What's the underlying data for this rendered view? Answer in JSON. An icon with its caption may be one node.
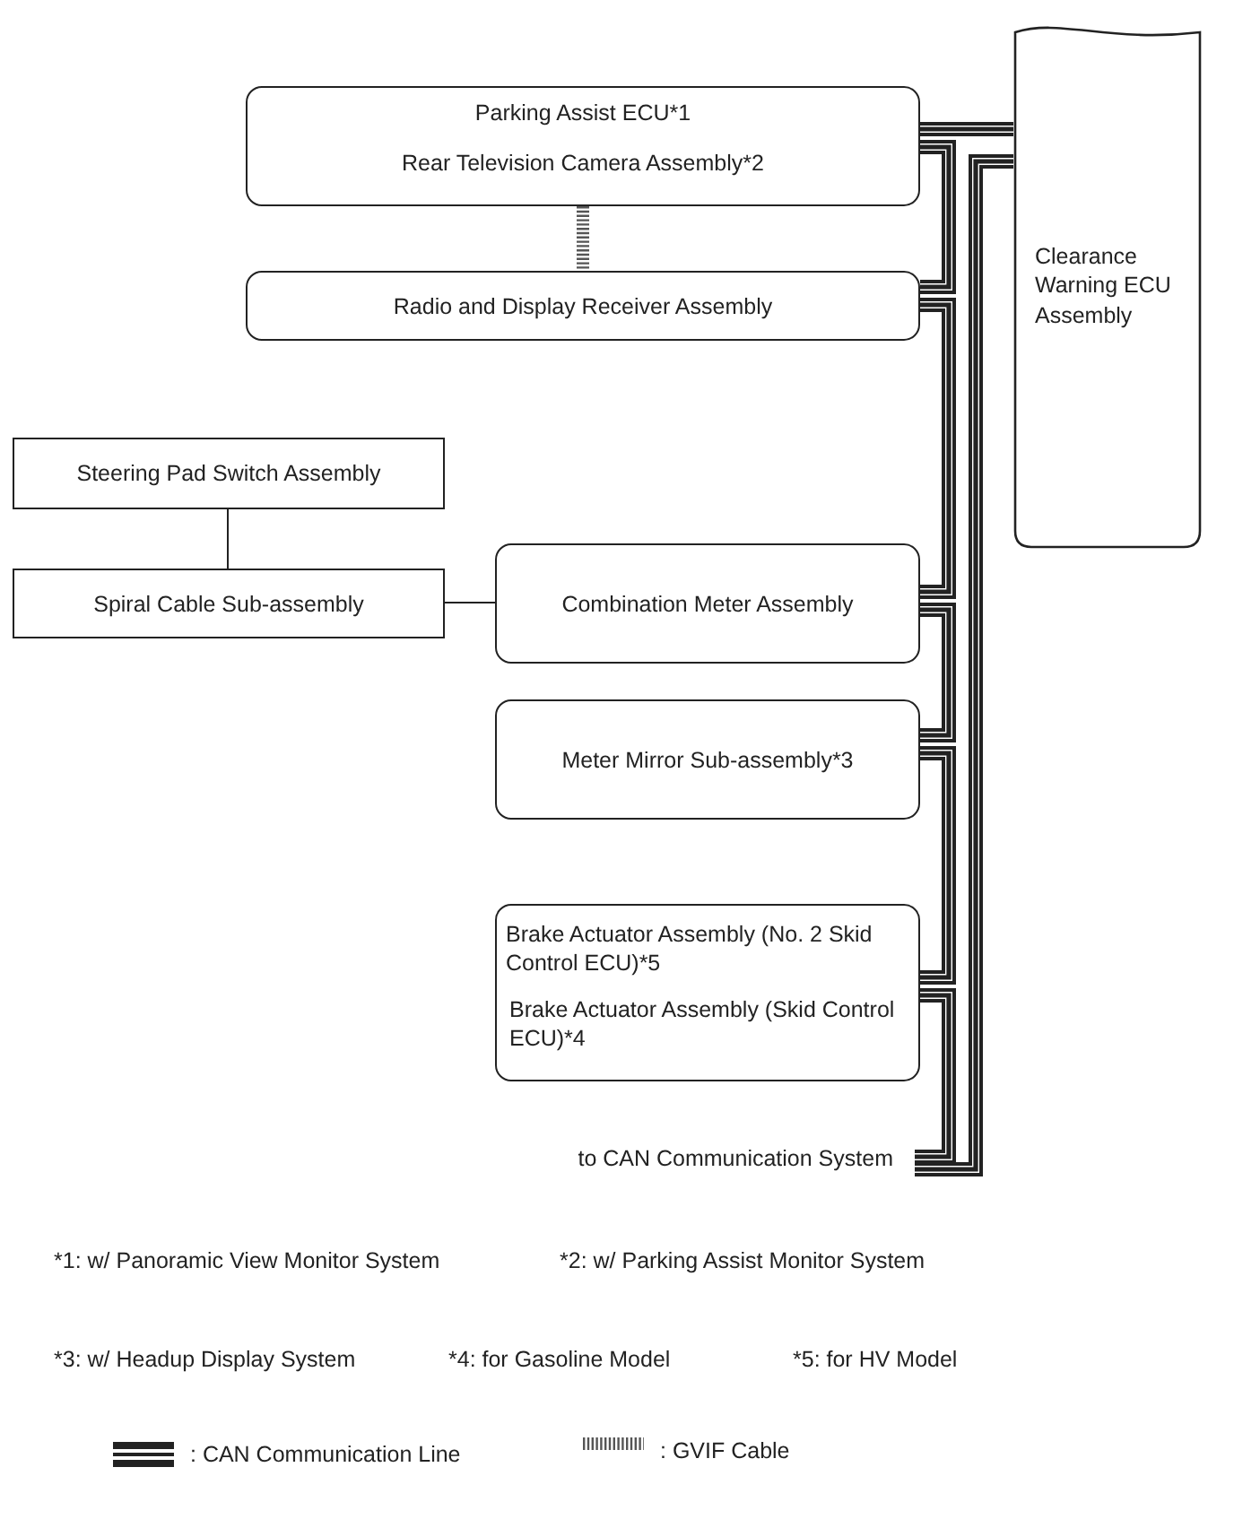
{
  "diagram": {
    "nodes": [
      {
        "text": [
          "Parking Assist ECU*1",
          "Rear Television Camera Assembly*2"
        ]
      },
      {
        "text": [
          "Radio and Display Receiver Assembly"
        ]
      },
      {
        "text": [
          "Clearance Warning ECU Assembly"
        ]
      },
      {
        "text": [
          "Steering Pad Switch Assembly"
        ]
      },
      {
        "text": [
          "Spiral Cable Sub-assembly"
        ]
      },
      {
        "text": [
          "Combination Meter Assembly"
        ]
      },
      {
        "text": [
          "Meter Mirror Sub-assembly*3"
        ]
      },
      {
        "text": [
          "Brake Actuator Assembly (No. 2 Skid Control ECU)*5",
          "Brake Actuator Assembly (Skid Control ECU)*4"
        ]
      },
      {
        "text": [
          "to CAN Communication System"
        ]
      }
    ],
    "edges": [
      {
        "from": 0,
        "to": 2,
        "arrow": "none"
      },
      {
        "from": 0,
        "to": 1,
        "arrow": "none",
        "style": "dashed"
      },
      {
        "from": 0,
        "to": 1,
        "arrow": "none"
      },
      {
        "from": 1,
        "to": 5,
        "arrow": "none"
      },
      {
        "from": 3,
        "to": 4,
        "arrow": "none"
      },
      {
        "from": 4,
        "to": 5,
        "arrow": "none"
      },
      {
        "from": 5,
        "to": 6,
        "arrow": "none"
      },
      {
        "from": 6,
        "to": 7,
        "arrow": "none"
      },
      {
        "from": 7,
        "to": 8,
        "arrow": "none"
      },
      {
        "from": 2,
        "to": 8,
        "arrow": "none"
      }
    ],
    "labels": [
      "*1: w/ Panoramic View Monitor System",
      "*2: w/ Parking Assist Monitor System",
      "*3: w/ Headup Display System",
      "*4: for Gasoline Model",
      "*5: for HV Model"
    ],
    "legend": [
      {
        "text": ": CAN Communication Line"
      },
      {
        "text": ": GVIF Cable"
      }
    ]
  }
}
